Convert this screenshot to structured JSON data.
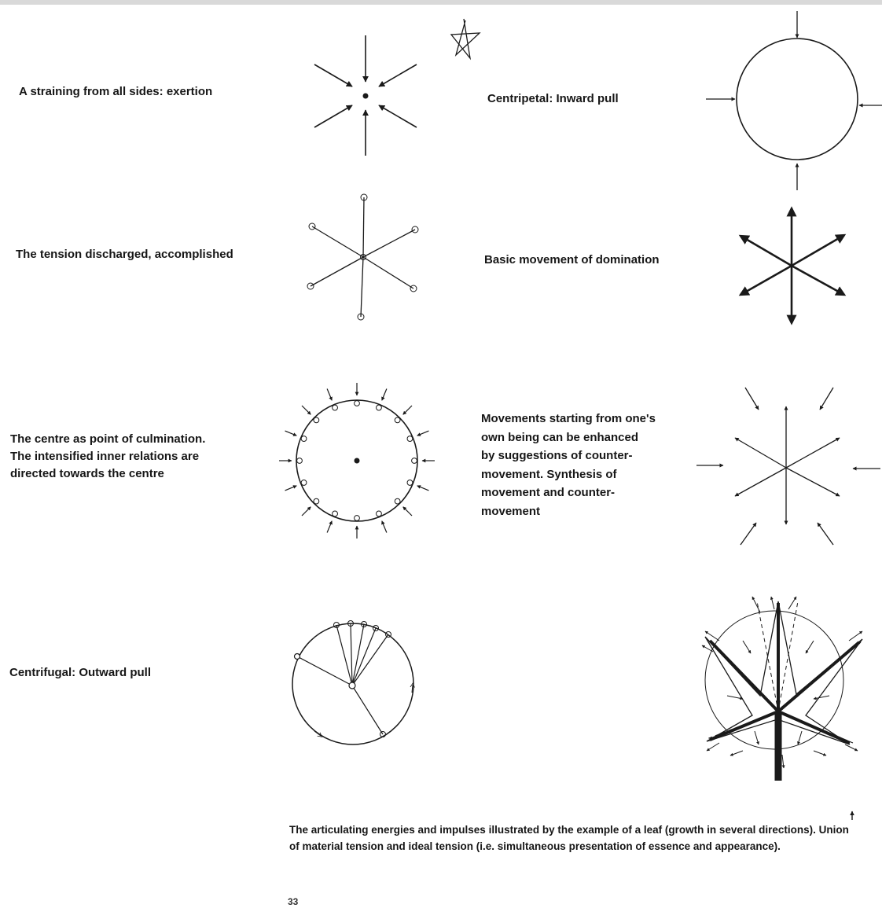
{
  "labels": {
    "exertion": "A straining from all sides: exertion",
    "centripetal": "Centripetal: Inward pull",
    "tension": "The tension discharged, accomplished",
    "domination": "Basic movement of domination",
    "culmination": "The centre as point of culmination.\nThe intensified inner relations are\ndirected towards the centre",
    "movements": "Movements starting from one's\nown being can be enhanced\nby suggestions of counter-\nmovement. Synthesis of\nmovement and counter-\nmovement",
    "centrifugal": "Centrifugal: Outward pull"
  },
  "caption": "The articulating energies and impulses illustrated by the example of a leaf (growth in several directions). Union of material tension and ideal tension (i.e. simultaneous presentation of essence and appearance).",
  "page_number": "33"
}
